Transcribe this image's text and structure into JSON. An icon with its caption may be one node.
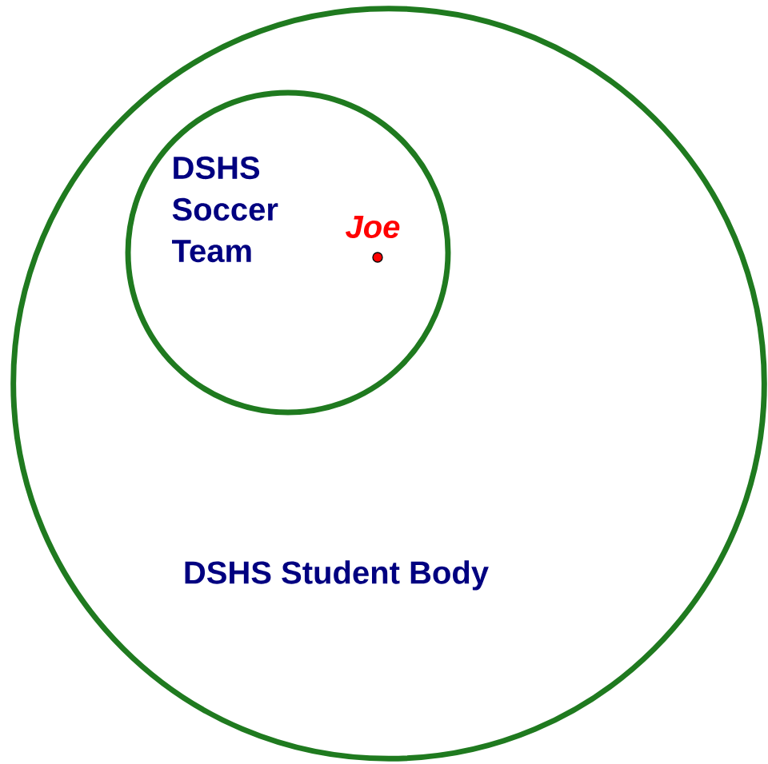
{
  "diagram": {
    "nodes": [
      {
        "text": [
          "DSHS Student Body"
        ]
      },
      {
        "text": [
          "DSHS Soccer Team"
        ],
        "in": 0
      },
      {
        "text": [
          "Joe"
        ],
        "in": 1
      }
    ]
  }
}
